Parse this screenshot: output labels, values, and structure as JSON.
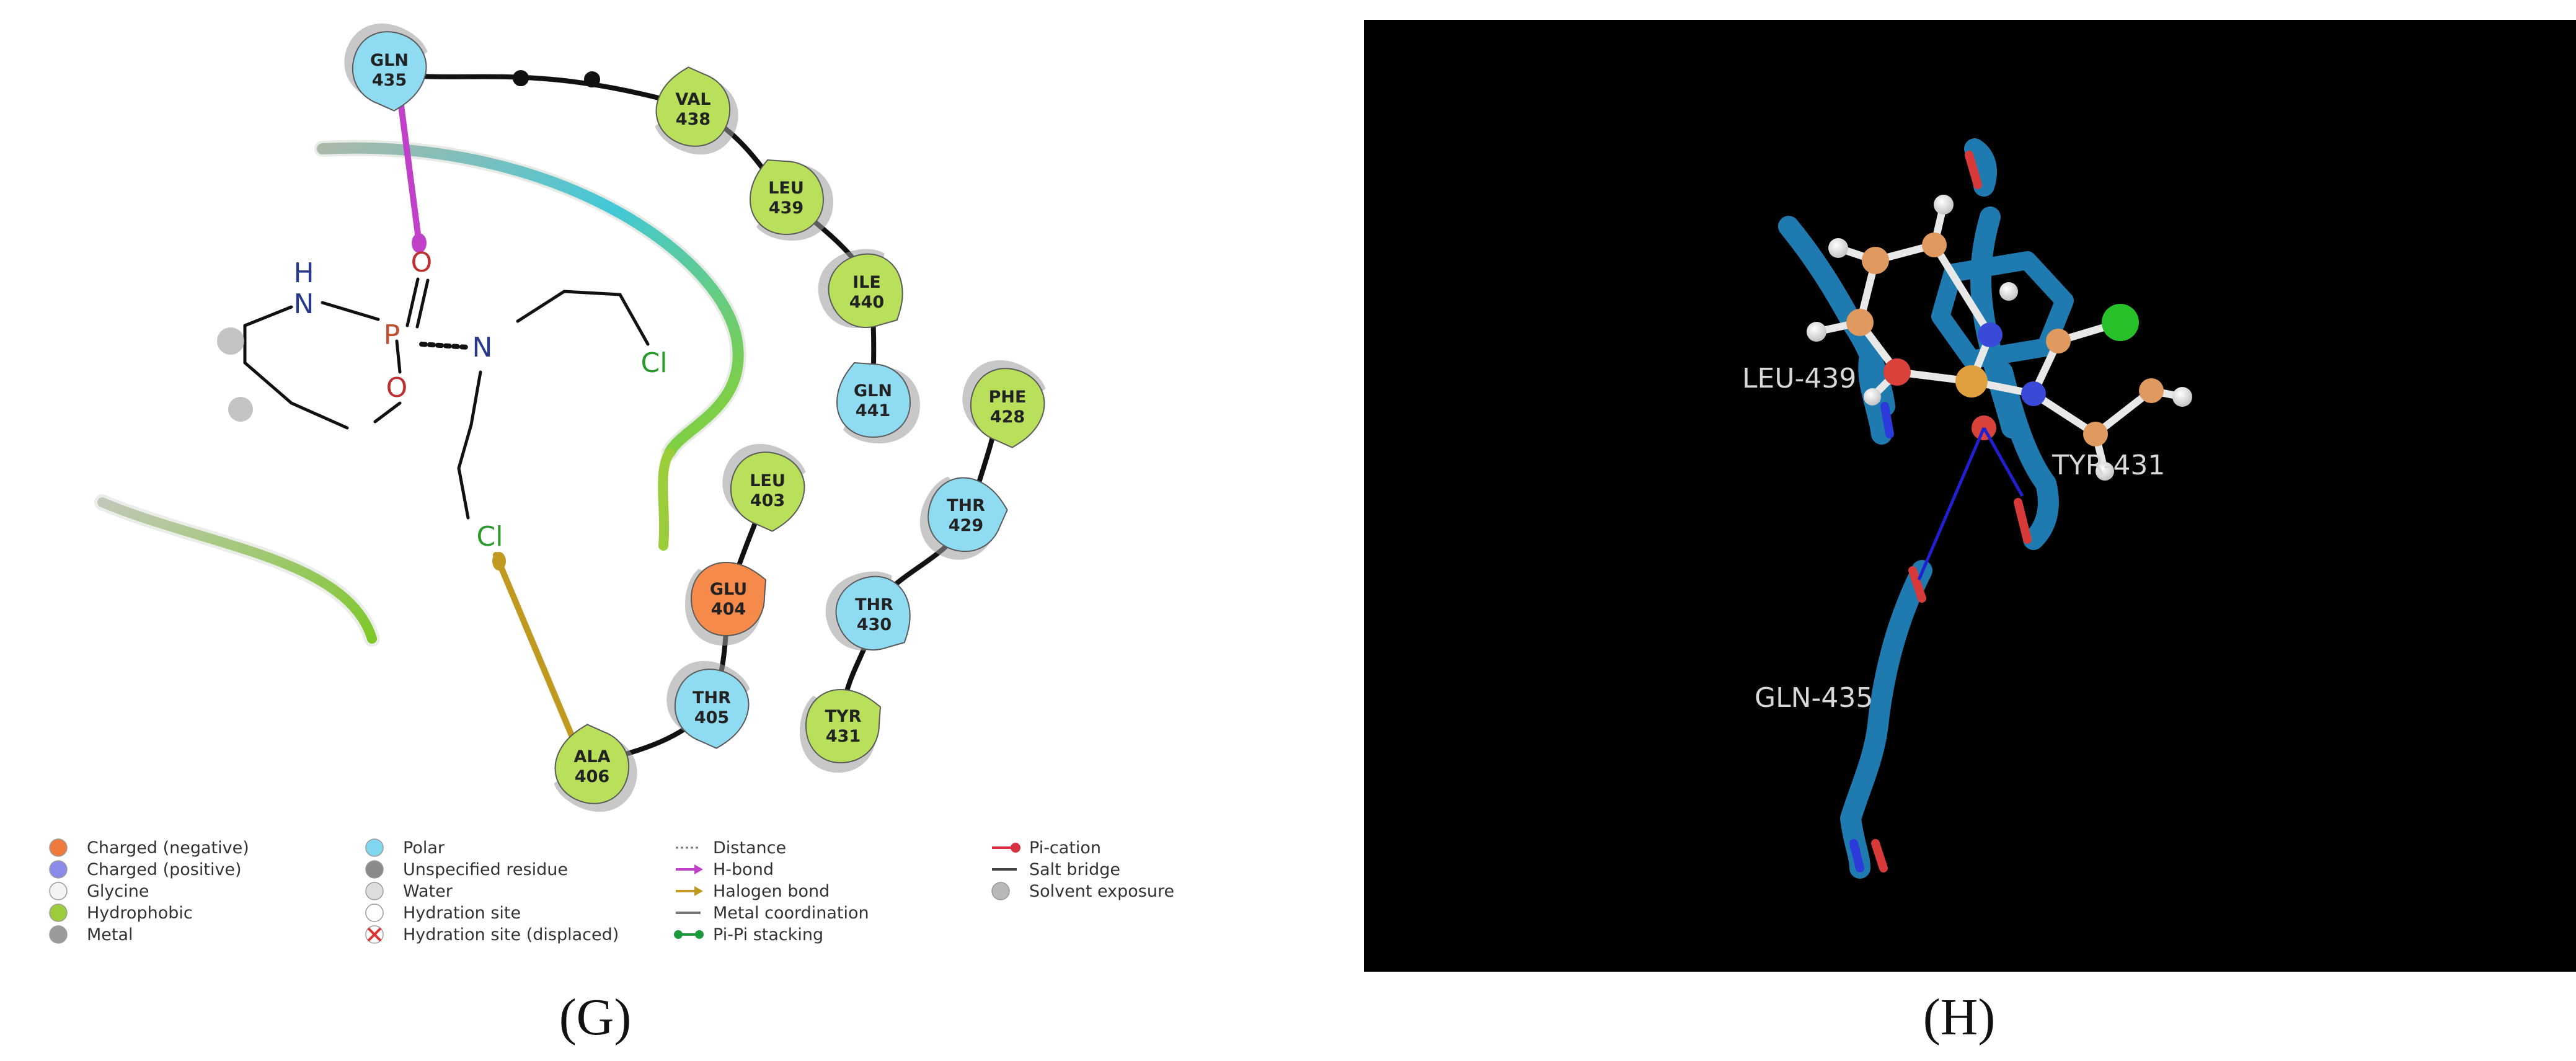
{
  "panel_g": {
    "label": "(G)",
    "residues": [
      {
        "id": "gln435",
        "name": "GLN",
        "num": "435",
        "type": "polar"
      },
      {
        "id": "val438",
        "name": "VAL",
        "num": "438",
        "type": "hydrophobic"
      },
      {
        "id": "leu439",
        "name": "LEU",
        "num": "439",
        "type": "hydrophobic"
      },
      {
        "id": "ile440",
        "name": "ILE",
        "num": "440",
        "type": "hydrophobic"
      },
      {
        "id": "gln441",
        "name": "GLN",
        "num": "441",
        "type": "polar"
      },
      {
        "id": "phe428",
        "name": "PHE",
        "num": "428",
        "type": "hydrophobic"
      },
      {
        "id": "thr429",
        "name": "THR",
        "num": "429",
        "type": "polar"
      },
      {
        "id": "leu403",
        "name": "LEU",
        "num": "403",
        "type": "hydrophobic"
      },
      {
        "id": "glu404",
        "name": "GLU",
        "num": "404",
        "type": "charged_negative"
      },
      {
        "id": "thr430",
        "name": "THR",
        "num": "430",
        "type": "polar"
      },
      {
        "id": "thr405",
        "name": "THR",
        "num": "405",
        "type": "polar"
      },
      {
        "id": "tyr431",
        "name": "TYR",
        "num": "431",
        "type": "hydrophobic"
      },
      {
        "id": "ala406",
        "name": "ALA",
        "num": "406",
        "type": "hydrophobic"
      }
    ],
    "ligand_atoms": {
      "h": "H",
      "n_ring": "N",
      "p": "P",
      "o_double": "O",
      "o_ring": "O",
      "n_amine": "N",
      "cl_top": "Cl",
      "cl_bottom": "Cl"
    },
    "legend": [
      {
        "text": "Charged (negative)",
        "symbol": "dot",
        "color": "#f07a3e"
      },
      {
        "text": "Charged (positive)",
        "symbol": "dot",
        "color": "#8a8ae8"
      },
      {
        "text": "Glycine",
        "symbol": "dot",
        "color": "#f4f4f4"
      },
      {
        "text": "Hydrophobic",
        "symbol": "dot",
        "color": "#9bcc3a"
      },
      {
        "text": "Metal",
        "symbol": "dot",
        "color": "#9a9a9a"
      },
      {
        "text": "Polar",
        "symbol": "dot",
        "color": "#7fd6ee"
      },
      {
        "text": "Unspecified residue",
        "symbol": "dot",
        "color": "#8a8a8a"
      },
      {
        "text": "Water",
        "symbol": "dot",
        "color": "#dddddd"
      },
      {
        "text": "Hydration site",
        "symbol": "dot",
        "color": "#ffffff"
      },
      {
        "text": "Hydration site (displaced)",
        "symbol": "cross",
        "color": "#e03030"
      },
      {
        "text": "Distance",
        "symbol": "dotted",
        "color": "#777777"
      },
      {
        "text": "H-bond",
        "symbol": "arrow",
        "color": "#c040c8"
      },
      {
        "text": "Halogen bond",
        "symbol": "arrow",
        "color": "#c09a20"
      },
      {
        "text": "Metal coordination",
        "symbol": "line",
        "color": "#777777"
      },
      {
        "text": "Pi-Pi stacking",
        "symbol": "dumbbell",
        "color": "#1a9a3a"
      },
      {
        "text": "Pi-cation",
        "symbol": "lollipop",
        "color": "#d83040"
      },
      {
        "text": "Salt bridge",
        "symbol": "line",
        "color": "#444444"
      },
      {
        "text": "Solvent exposure",
        "symbol": "dot",
        "color": "#b8b8b8"
      }
    ]
  },
  "panel_h": {
    "label": "(H)",
    "residue_labels": [
      "LEU-439",
      "TYR-431",
      "GLN-435"
    ]
  },
  "colors": {
    "polar": "#8fdcf2",
    "hydrophobic": "#b8e05a",
    "charged_negative": "#f58a4a",
    "hbond": "#c040c8",
    "halogen": "#c09a20",
    "stick_blue": "#1f7ab0",
    "background_h": "#000000"
  }
}
